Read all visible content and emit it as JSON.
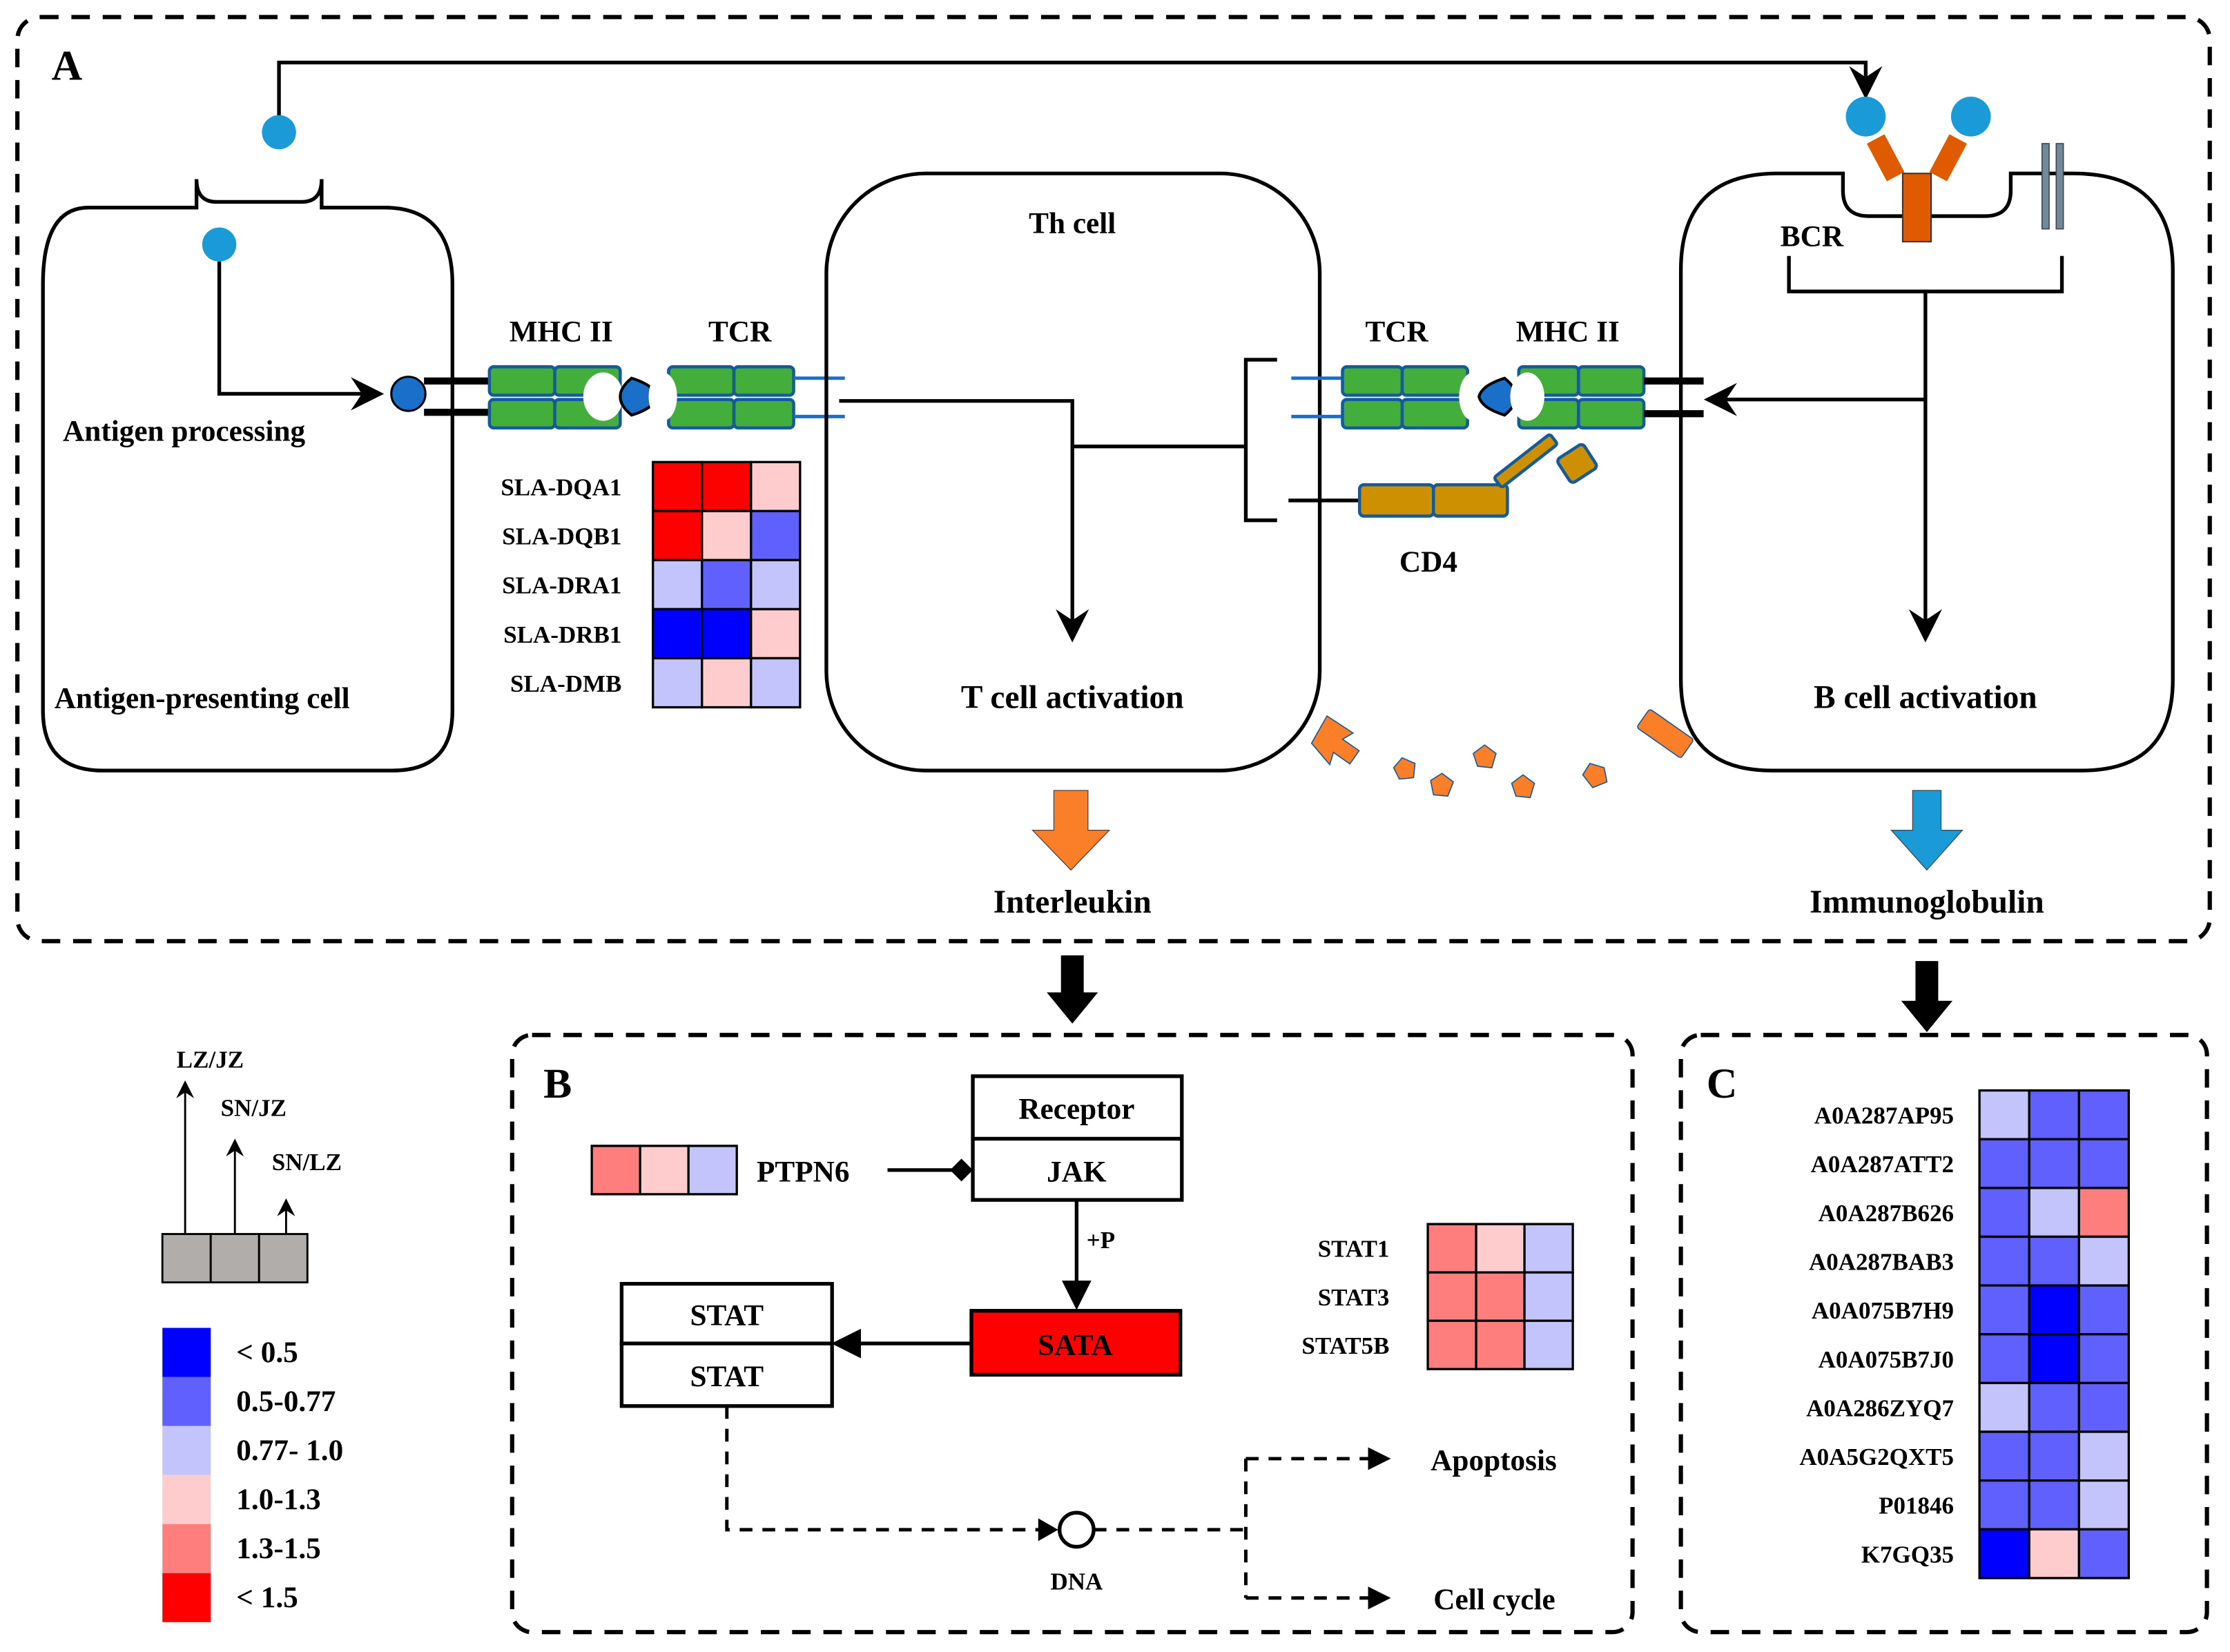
{
  "panels": {
    "A": {
      "letter": "A",
      "apc": {
        "title": "Antigen-presenting cell",
        "process_label": "Antigen processing"
      },
      "th_cell": {
        "title": "Th cell",
        "activation_label": "T cell activation"
      },
      "b_cell": {
        "title": "B cell activation",
        "receptor_label": "BCR"
      },
      "receptors": {
        "mhc_left": "MHC II",
        "tcr_left": "TCR",
        "tcr_right": "TCR",
        "mhc_right": "MHC II",
        "cd4": "CD4"
      },
      "outputs": {
        "interleukin": "Interleukin",
        "immunoglobulin": "Immunoglobulin"
      },
      "mhc_heatmap": {
        "rows": [
          {
            "gene": "SLA-DQA1",
            "bins": [
              "<1.5",
              "<1.5",
              "1.0-1.3"
            ]
          },
          {
            "gene": "SLA-DQB1",
            "bins": [
              "<1.5",
              "1.0-1.3",
              "0.5-0.77"
            ]
          },
          {
            "gene": "SLA-DRA1",
            "bins": [
              "0.77-1.0",
              "0.5-0.77",
              "0.77-1.0"
            ]
          },
          {
            "gene": "SLA-DRB1",
            "bins": [
              "<0.5",
              "<0.5",
              "1.0-1.3"
            ]
          },
          {
            "gene": "SLA-DMB",
            "bins": [
              "0.77-1.0",
              "1.0-1.3",
              "0.77-1.0"
            ]
          }
        ]
      }
    },
    "B": {
      "letter": "B",
      "receptor": "Receptor",
      "jak": "JAK",
      "phospho": "+P",
      "sata": "SATA",
      "stat_top": "STAT",
      "stat_bottom": "STAT",
      "dna": "DNA",
      "apoptosis": "Apoptosis",
      "cell_cycle": "Cell cycle",
      "ptpn6": {
        "gene": "PTPN6",
        "bins": [
          "1.3-1.5",
          "1.0-1.3",
          "0.77-1.0"
        ]
      },
      "stat_heatmap": {
        "rows": [
          {
            "gene": "STAT1",
            "bins": [
              "1.3-1.5",
              "1.0-1.3",
              "0.77-1.0"
            ]
          },
          {
            "gene": "STAT3",
            "bins": [
              "1.3-1.5",
              "1.3-1.5",
              "0.77-1.0"
            ]
          },
          {
            "gene": "STAT5B",
            "bins": [
              "1.3-1.5",
              "1.3-1.5",
              "0.77-1.0"
            ]
          }
        ]
      }
    },
    "C": {
      "letter": "C",
      "heatmap": {
        "rows": [
          {
            "gene": "A0A287AP95",
            "bins": [
              "0.77-1.0",
              "0.5-0.77",
              "0.5-0.77"
            ]
          },
          {
            "gene": "A0A287ATT2",
            "bins": [
              "0.5-0.77",
              "0.5-0.77",
              "0.5-0.77"
            ]
          },
          {
            "gene": "A0A287B626",
            "bins": [
              "0.5-0.77",
              "0.77-1.0",
              "1.3-1.5"
            ]
          },
          {
            "gene": "A0A287BAB3",
            "bins": [
              "0.5-0.77",
              "0.5-0.77",
              "0.77-1.0"
            ]
          },
          {
            "gene": "A0A075B7H9",
            "bins": [
              "0.5-0.77",
              "<0.5",
              "0.5-0.77"
            ]
          },
          {
            "gene": "A0A075B7J0",
            "bins": [
              "0.5-0.77",
              "<0.5",
              "0.5-0.77"
            ]
          },
          {
            "gene": "A0A286ZYQ7",
            "bins": [
              "0.77-1.0",
              "0.5-0.77",
              "0.5-0.77"
            ]
          },
          {
            "gene": "A0A5G2QXT5",
            "bins": [
              "0.5-0.77",
              "0.5-0.77",
              "0.77-1.0"
            ]
          },
          {
            "gene": "P01846",
            "bins": [
              "0.5-0.77",
              "0.5-0.77",
              "0.77-1.0"
            ]
          },
          {
            "gene": "K7GQ35",
            "bins": [
              "<0.5",
              "1.0-1.3",
              "0.5-0.77"
            ]
          }
        ]
      }
    }
  },
  "legend": {
    "comparisons": [
      "LZ/JZ",
      "SN/JZ",
      "SN/LZ"
    ],
    "scale": [
      {
        "bin": "<0.5",
        "label": "< 0.5",
        "color": "#0000ff"
      },
      {
        "bin": "0.5-0.77",
        "label": "0.5-0.77",
        "color": "#6060ff"
      },
      {
        "bin": "0.77-1.0",
        "label": "0.77- 1.0",
        "color": "#c4c4fc"
      },
      {
        "bin": "1.0-1.3",
        "label": "1.0-1.3",
        "color": "#fecccc"
      },
      {
        "bin": "1.3-1.5",
        "label": "1.3-1.5",
        "color": "#fe7e7e"
      },
      {
        "bin": "<1.5",
        "label": "< 1.5",
        "color": "#ff0000"
      }
    ]
  },
  "colors": {
    "apc_fill": "#ececec",
    "th_fill": "#fdcdaa",
    "b_fill": "#dae9f6",
    "antigen": "#1a9ad6",
    "bcr": "#e05a00",
    "cytokine": "#fb7e29",
    "ig_arrow": "#1a9ad6",
    "legend_grey": "#b1adab"
  }
}
